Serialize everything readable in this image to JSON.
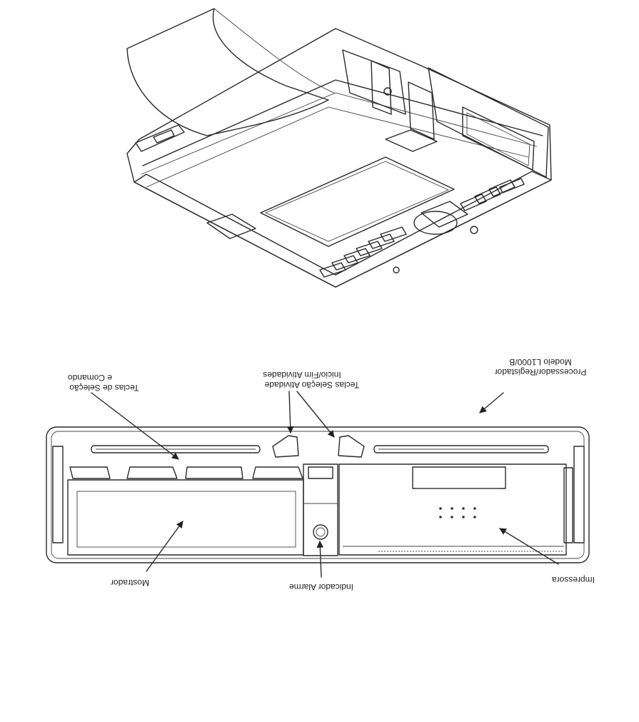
{
  "labels": {
    "model_line1": "Processador/Registador",
    "model_line2": "Modelo L1000/B",
    "activity_keys_line1": "Teclas Seleção Atividade",
    "activity_keys_line2": "Inicio/Fim Atividades",
    "selection_keys_line1": "Teclas de Seleção",
    "selection_keys_line2": "e Comando",
    "display": "Mostrador",
    "alarm_indicator": "Indicador Alarme",
    "printer": "Impressora"
  }
}
